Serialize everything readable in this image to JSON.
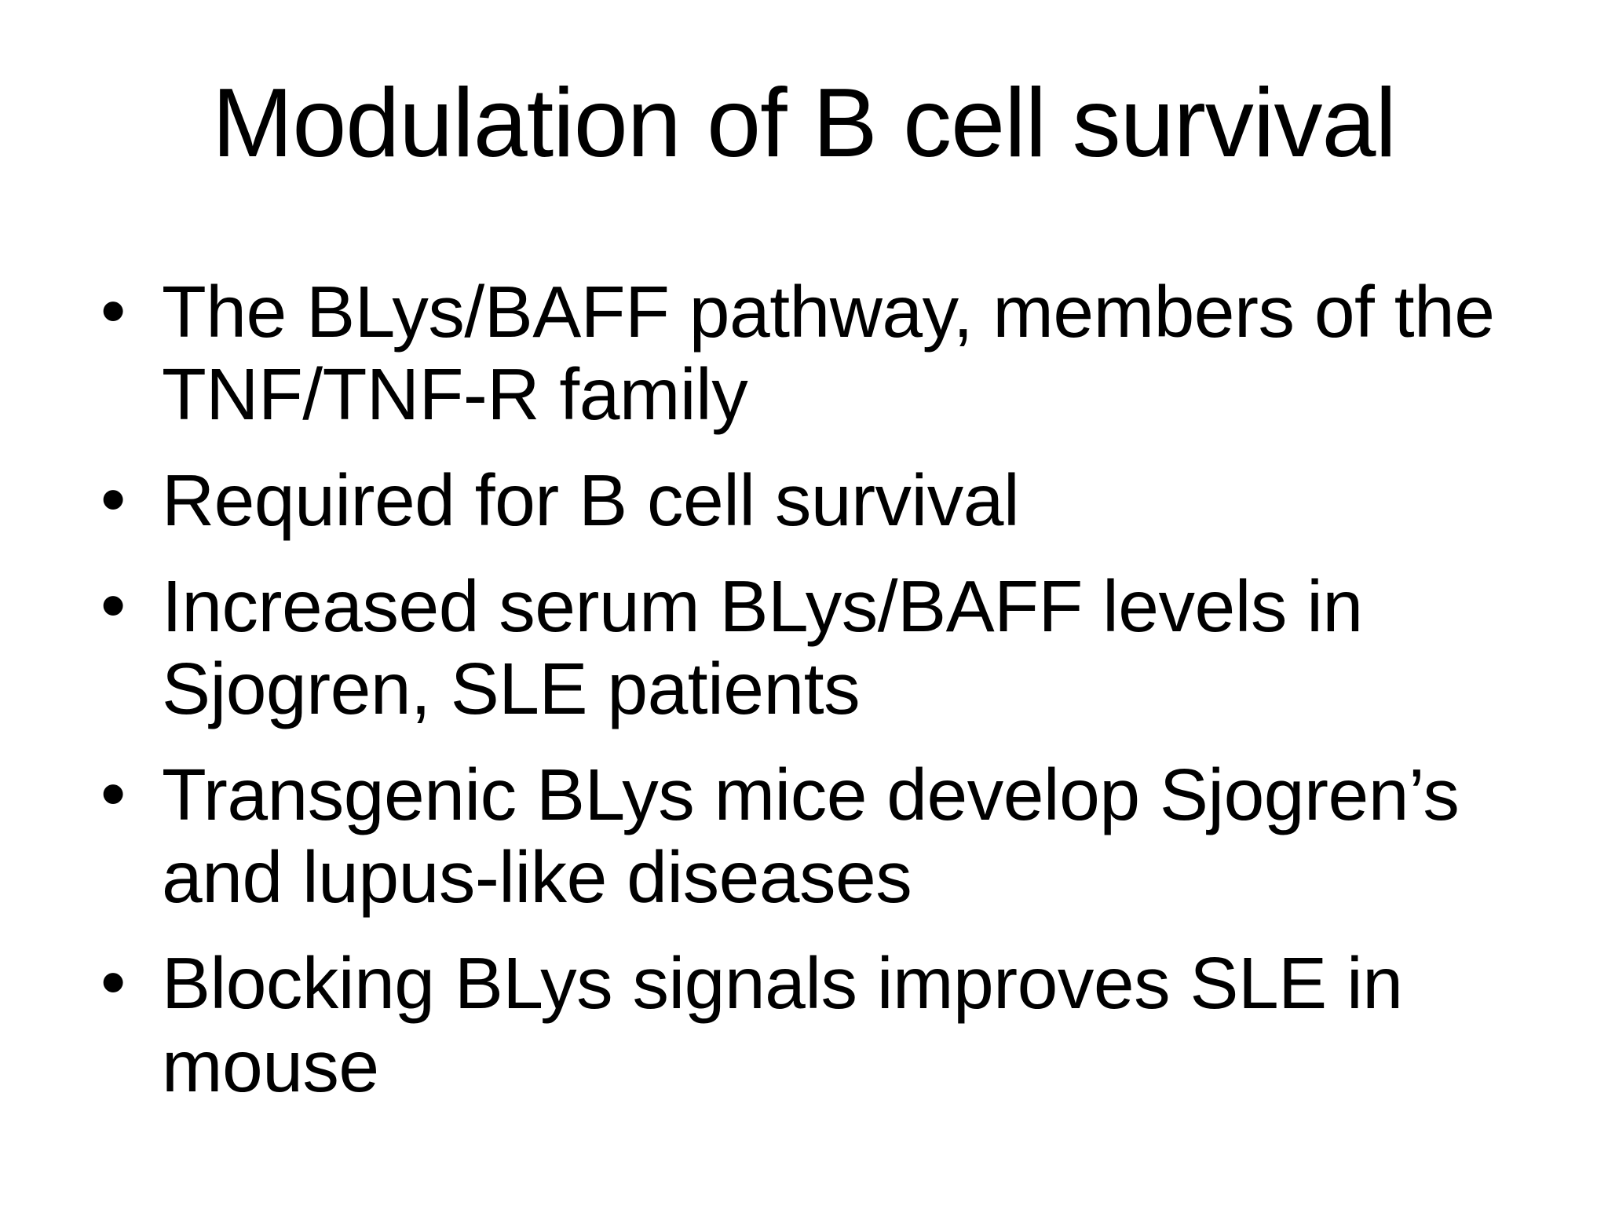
{
  "slide": {
    "title": "Modulation of B cell survival",
    "bullet_char": "•",
    "bullets": [
      "The BLys/BAFF pathway, members of the\nTNF/TNF-R family",
      "Required for B cell survival",
      "Increased serum BLys/BAFF levels in\nSjogren, SLE patients",
      "Transgenic BLys mice develop Sjogren’s\nand lupus-like diseases",
      "Blocking BLys signals improves SLE in\nmouse"
    ],
    "colors": {
      "background": "#ffffff",
      "text": "#000000"
    }
  }
}
